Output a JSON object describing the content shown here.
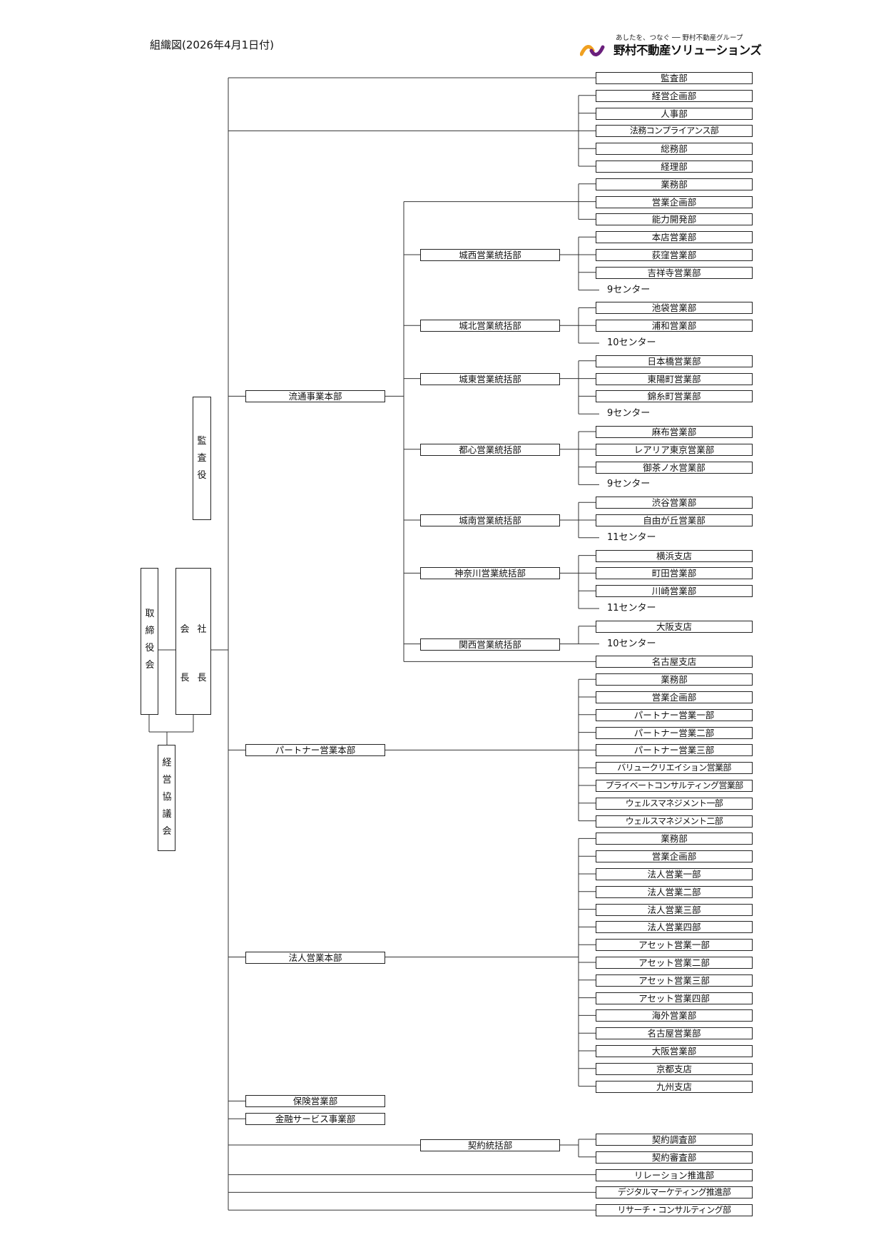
{
  "title": "組織図(2026年4月1日付)",
  "logo": {
    "tagline": "あしたを、つなぐ ── 野村不動産グループ",
    "company": "野村不動産ソリューションズ",
    "mark_colors": [
      "#f0a020",
      "#6a1f7c"
    ]
  },
  "governance": {
    "board": "取締役会",
    "president_col1": "社長",
    "president_col2": "会長",
    "auditor": "監査役",
    "management_council": "経営協議会"
  },
  "departments": {
    "top": {
      "audit": "監査部",
      "corporate": [
        "経営企画部",
        "人事部",
        "法務コンプライアンス部",
        "総務部",
        "経理部"
      ]
    },
    "ryutsu": {
      "name": "流通事業本部",
      "staff": [
        "業務部",
        "営業企画部",
        "能力開発部"
      ],
      "regions": [
        {
          "name": "城西営業統括部",
          "depts": [
            "本店営業部",
            "荻窪営業部",
            "吉祥寺営業部"
          ],
          "centers": "9センター"
        },
        {
          "name": "城北営業統括部",
          "depts": [
            "池袋営業部",
            "浦和営業部"
          ],
          "centers": "10センター"
        },
        {
          "name": "城東営業統括部",
          "depts": [
            "日本橋営業部",
            "東陽町営業部",
            "錦糸町営業部"
          ],
          "centers": "9センター"
        },
        {
          "name": "都心営業統括部",
          "depts": [
            "麻布営業部",
            "レアリア東京営業部",
            "御茶ノ水営業部"
          ],
          "centers": "9センター"
        },
        {
          "name": "城南営業統括部",
          "depts": [
            "渋谷営業部",
            "自由が丘営業部"
          ],
          "centers": "11センター"
        },
        {
          "name": "神奈川営業統括部",
          "depts": [
            "横浜支店",
            "町田営業部",
            "川崎営業部"
          ],
          "centers": "11センター"
        },
        {
          "name": "関西営業統括部",
          "depts": [
            "大阪支店"
          ],
          "centers": "10センター"
        }
      ],
      "nagoya": "名古屋支店"
    },
    "partner": {
      "name": "パートナー営業本部",
      "depts": [
        "業務部",
        "営業企画部",
        "パートナー営業一部",
        "パートナー営業二部",
        "パートナー営業三部",
        "バリュークリエイション営業部",
        "プライベートコンサルティング営業部",
        "ウェルスマネジメント一部",
        "ウェルスマネジメント二部"
      ]
    },
    "hojin": {
      "name": "法人営業本部",
      "depts": [
        "業務部",
        "営業企画部",
        "法人営業一部",
        "法人営業二部",
        "法人営業三部",
        "法人営業四部",
        "アセット営業一部",
        "アセット営業二部",
        "アセット営業三部",
        "アセット営業四部",
        "海外営業部",
        "名古屋営業部",
        "大阪営業部",
        "京都支店",
        "九州支店"
      ]
    },
    "hoken": "保険営業部",
    "kinyu": "金融サービス事業部",
    "keiyaku": {
      "name": "契約統括部",
      "depts": [
        "契約調査部",
        "契約審査部"
      ]
    },
    "bottom": [
      "リレーション推進部",
      "デジタルマーケティング推進部",
      "リサーチ・コンサルティング部"
    ]
  }
}
